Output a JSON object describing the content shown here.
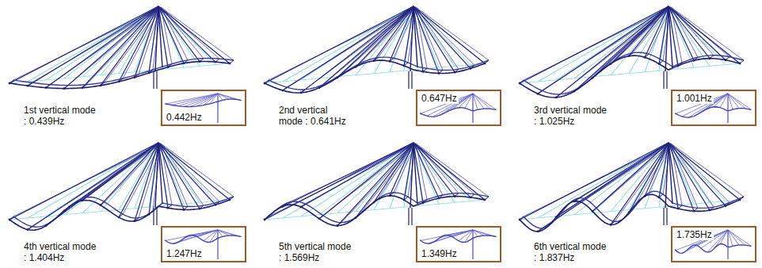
{
  "diagram": {
    "nodes": [
      {
        "text": [
          "0.442Hz"
        ]
      },
      {
        "text": [
          "0.647Hz"
        ]
      },
      {
        "text": [
          "1.001Hz"
        ]
      },
      {
        "text": [
          "1.247Hz"
        ]
      },
      {
        "text": [
          "1.349Hz"
        ]
      },
      {
        "text": [
          "1.735Hz"
        ]
      }
    ],
    "labels": [
      "1st vertical mode : 0.439Hz",
      "2nd vertical mode : 0.641Hz",
      "3rd vertical mode : 1.025Hz",
      "4th vertical mode : 1.404Hz",
      "5th vertical mode : 1.569Hz",
      "6th vertical mode : 1.837Hz"
    ]
  }
}
